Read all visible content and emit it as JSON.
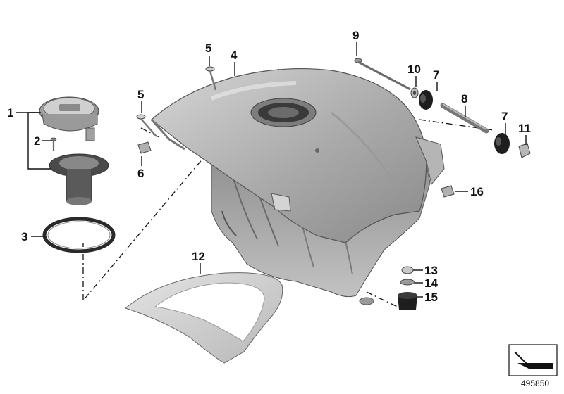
{
  "diagram": {
    "callouts": [
      "1",
      "2",
      "3",
      "4",
      "5",
      "5",
      "6",
      "7",
      "7",
      "8",
      "9",
      "10",
      "11",
      "12",
      "13",
      "14",
      "15",
      "16"
    ],
    "reference_number": "495850",
    "colors": {
      "tank_light": "#c9c9c9",
      "tank_mid": "#a8a8a8",
      "tank_dark": "#6f6f6f",
      "rubber": "#1e1e1e",
      "line": "#111111"
    },
    "icons": [
      "corner-arrow-icon"
    ]
  }
}
